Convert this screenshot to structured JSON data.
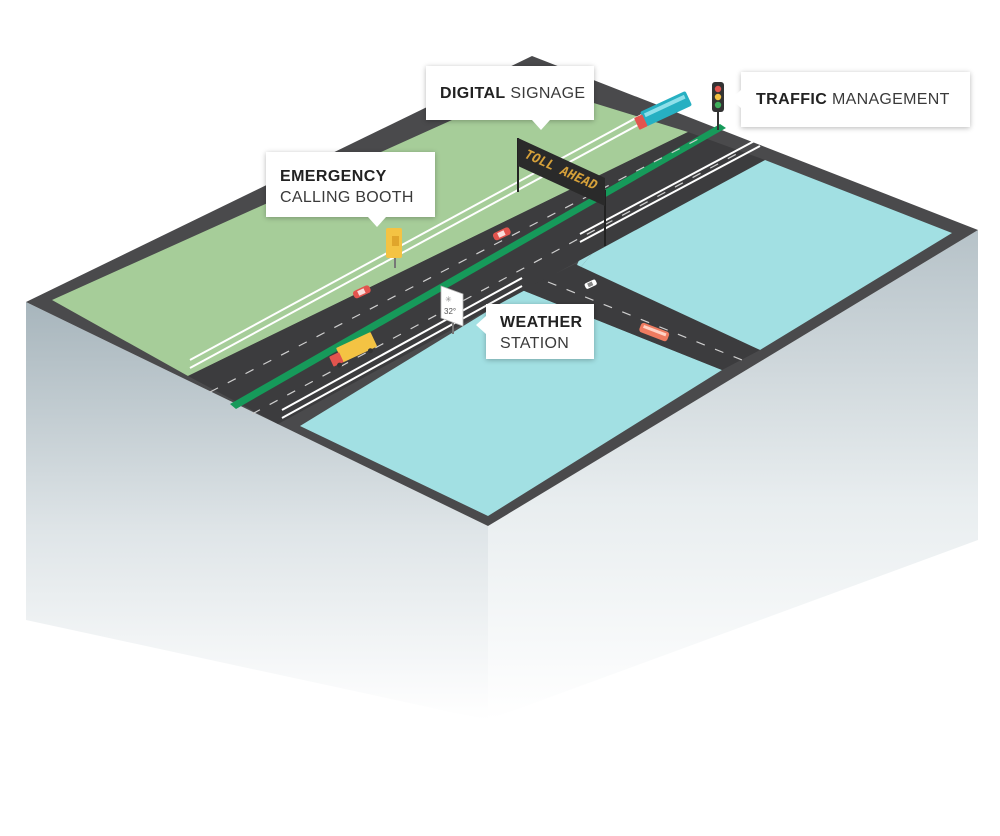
{
  "callouts": {
    "digital_signage": {
      "bold": "DIGITAL",
      "light": "SIGNAGE"
    },
    "emergency_booth": {
      "bold": "EMERGENCY",
      "light": "CALLING BOOTH"
    },
    "traffic_management": {
      "bold": "TRAFFIC",
      "light": "MANAGEMENT"
    },
    "weather_station": {
      "bold": "WEATHER",
      "light": "STATION"
    }
  },
  "toll_sign": {
    "text": "TOLL AHEAD"
  },
  "weather_sign": {
    "reading": "32°",
    "icon": "sun-icon"
  },
  "colors": {
    "grass": "#a6cd99",
    "water": "#a2e0e3",
    "road": "#3c3c3e",
    "median": "#169a5a",
    "frame": "#4a4a4c",
    "truck": "#f4c343",
    "bus_teal": "#27b0c2",
    "car_red": "#e2544e"
  }
}
